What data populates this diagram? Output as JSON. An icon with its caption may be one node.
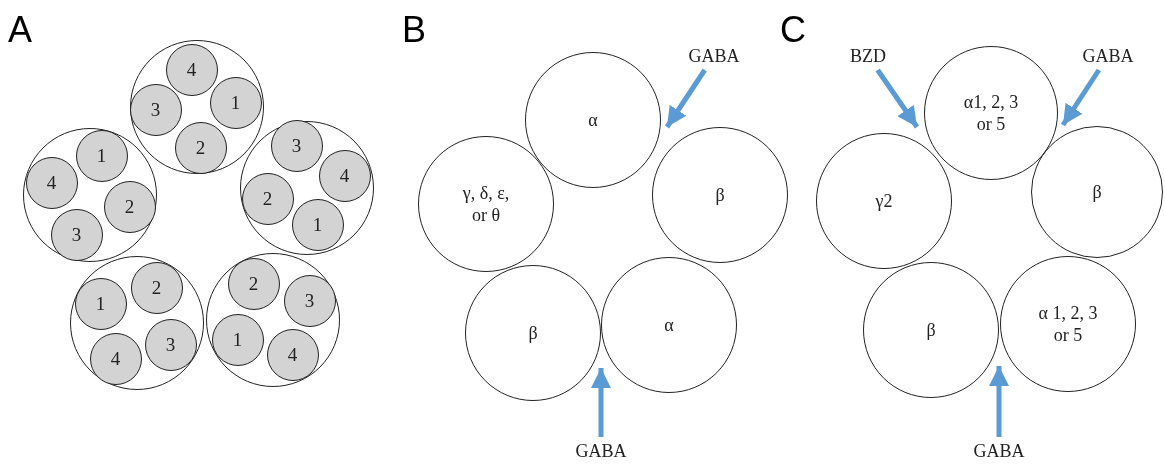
{
  "diagram": {
    "nodes": [
      {
        "text": [],
        "shape": "circle"
      },
      {
        "text": [
          "4"
        ],
        "in": 0
      },
      {
        "text": [
          "3"
        ],
        "in": 0
      },
      {
        "text": [
          "1"
        ],
        "in": 0
      },
      {
        "text": [
          "2"
        ],
        "in": 0
      },
      {
        "text": [],
        "shape": "circle"
      },
      {
        "text": [
          "1"
        ],
        "in": 5
      },
      {
        "text": [
          "4"
        ],
        "in": 5
      },
      {
        "text": [
          "2"
        ],
        "in": 5
      },
      {
        "text": [
          "3"
        ],
        "in": 5
      },
      {
        "text": [],
        "shape": "circle"
      },
      {
        "text": [
          "3"
        ],
        "in": 10
      },
      {
        "text": [
          "4"
        ],
        "in": 10
      },
      {
        "text": [
          "2"
        ],
        "in": 10
      },
      {
        "text": [
          "1"
        ],
        "in": 10
      },
      {
        "text": [],
        "shape": "circle"
      },
      {
        "text": [
          "2"
        ],
        "in": 15
      },
      {
        "text": [
          "1"
        ],
        "in": 15
      },
      {
        "text": [
          "3"
        ],
        "in": 15
      },
      {
        "text": [
          "4"
        ],
        "in": 15
      },
      {
        "text": [],
        "shape": "circle"
      },
      {
        "text": [
          "2"
        ],
        "in": 20
      },
      {
        "text": [
          "3"
        ],
        "in": 20
      },
      {
        "text": [
          "1"
        ],
        "in": 20
      },
      {
        "text": [
          "4"
        ],
        "in": 20
      },
      {
        "text": [
          "GABA"
        ]
      },
      {
        "text": [
          "α"
        ]
      },
      {
        "text": [
          "γ, δ, ε, or θ"
        ]
      },
      {
        "text": [
          "β"
        ]
      },
      {
        "text": [
          "β"
        ]
      },
      {
        "text": [
          "α"
        ]
      },
      {
        "text": [
          "GABA"
        ]
      },
      {
        "text": [
          "BZD"
        ]
      },
      {
        "text": [
          "GABA"
        ]
      },
      {
        "text": [
          "α1, 2, 3 or 5"
        ]
      },
      {
        "text": [
          "γ2"
        ]
      },
      {
        "text": [
          "β"
        ]
      },
      {
        "text": [
          "β"
        ]
      },
      {
        "text": [
          "α 1, 2, 3 or 5"
        ]
      },
      {
        "text": [
          "GABA"
        ]
      }
    ],
    "edges": [
      {
        "from": 25,
        "to": 26,
        "arrow": "to"
      },
      {
        "from": 31,
        "to": 29,
        "arrow": "to"
      },
      {
        "from": 32,
        "to": 34,
        "arrow": "to"
      },
      {
        "from": 33,
        "to": 36,
        "arrow": "to"
      },
      {
        "from": 39,
        "to": 37,
        "arrow": "to"
      }
    ],
    "labels": [
      "A",
      "B",
      "C"
    ]
  }
}
